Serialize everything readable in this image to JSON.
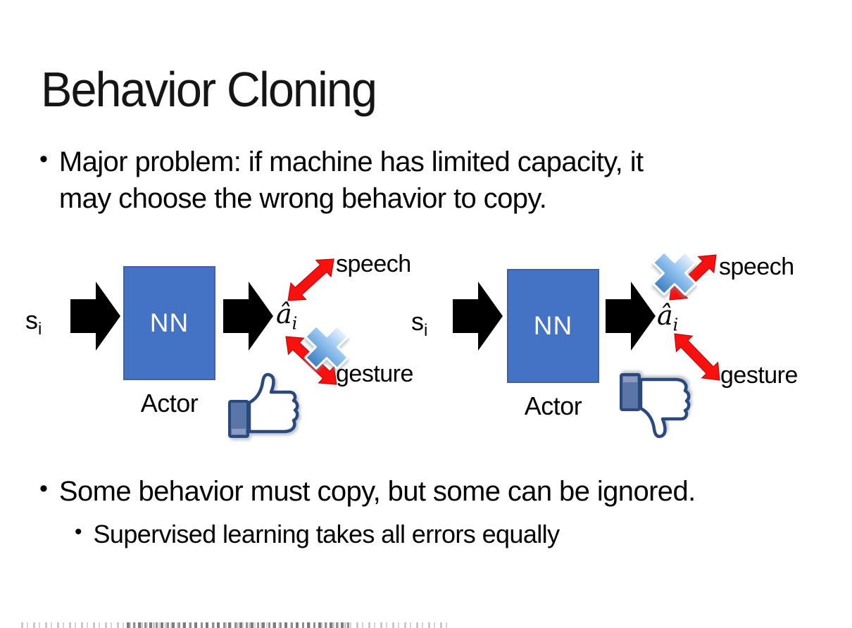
{
  "slide": {
    "title": "Behavior Cloning",
    "bullet1": {
      "marker": "•",
      "lines": [
        "Major problem: if machine has limited capacity, it",
        "may choose the wrong behavior to copy."
      ]
    },
    "bullet2": {
      "marker": "•",
      "text": "Some behavior must copy, but some can be ignored."
    },
    "sub_bullet": {
      "marker": "•",
      "text": "Supervised learning takes all errors equally"
    },
    "diagrams": [
      {
        "input_label": "s",
        "input_sub": "i",
        "box_label": "NN",
        "output_label": "â",
        "output_sub": "i",
        "actor_label": "Actor",
        "speech_label": "speech",
        "gesture_label": "gesture",
        "crossed_out": "gesture",
        "feedback": "thumbs-up"
      },
      {
        "input_label": "s",
        "input_sub": "i",
        "box_label": "NN",
        "output_label": "â",
        "output_sub": "i",
        "actor_label": "Actor",
        "speech_label": "speech",
        "gesture_label": "gesture",
        "crossed_out": "speech",
        "feedback": "thumbs-down"
      }
    ],
    "colors": {
      "text": "#000000",
      "nn_box": "#4472C4",
      "nn_box_border": "#41629B",
      "nn_text": "#FFFFFF",
      "block_arrow": "#000000",
      "relation_arrow": "#FB1010",
      "relation_arrow_edge": "#B50000",
      "cross_blue": "#3C7FC0",
      "thumb_outline": "#29487D",
      "thumb_cuff": "#5C74A8"
    }
  }
}
